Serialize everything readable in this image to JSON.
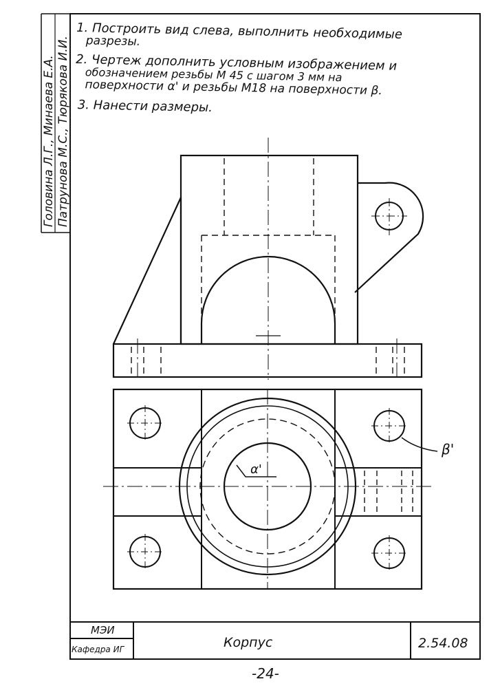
{
  "authors": {
    "line1": "Головина Л.Г., Минаева Е.А.",
    "line2": "Патрунова М.С., Тюрякова И.И."
  },
  "instructions": {
    "item1_line1": "1. Построить вид слева, выполнить необходимые",
    "item1_line2": "разрезы.",
    "item2_line1": "2. Чертеж дополнить условным изображением и",
    "item2_line2": "обозначением резьбы М 45 с шагом 3 мм на",
    "item2_line3": "поверхности α' и резьбы М18 на поверхности β.",
    "item3": "3. Нанести размеры."
  },
  "labels": {
    "beta": "β'",
    "alpha": "α'"
  },
  "title_block": {
    "org": "МЭИ",
    "dept": "Кафедра ИГ",
    "name": "Корпус",
    "code": "2.54.08"
  },
  "page_number": "-24-"
}
